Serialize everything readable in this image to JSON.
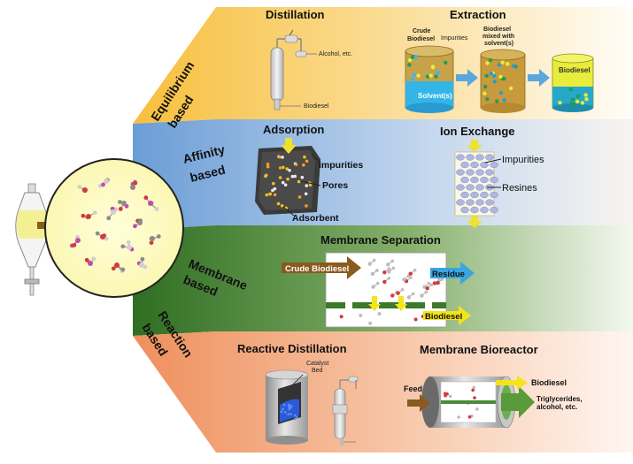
{
  "categories": {
    "equilibrium": "Equilibrium based",
    "affinity": "Affinity based",
    "membrane": "Membrane based",
    "reaction": "Reaction based"
  },
  "methods": {
    "distillation": {
      "title": "Distillation",
      "alcohol_label": "Alcohol, etc.",
      "biodiesel_label": "Biodiesel"
    },
    "extraction": {
      "title": "Extraction",
      "crude_label_1": "Crude",
      "crude_label_2": "Biodiesel",
      "impurities_label": "Impurities",
      "mixed_label_1": "Biodiesel",
      "mixed_label_2": "mixed with",
      "mixed_label_3": "solvent(s)",
      "solvent_label": "Solvent(s)",
      "biodiesel_label": "Biodiesel"
    },
    "adsorption": {
      "title": "Adsorption",
      "impurities_label": "impurities",
      "pores_label": "Pores",
      "adsorbent_label": "Adsorbent"
    },
    "ion_exchange": {
      "title": "Ion Exchange",
      "impurities_label": "Impurities",
      "resines_label": "Resines"
    },
    "membrane_separation": {
      "title": "Membrane Separation",
      "crude_label": "Crude Biodiesel",
      "residue_label": "Residue",
      "biodiesel_label": "Biodiesel"
    },
    "reactive_distillation": {
      "title": "Reactive Distillation",
      "catalyst_label_1": "Catalyst",
      "catalyst_label_2": "Bed"
    },
    "membrane_bioreactor": {
      "title": "Membrane Bioreactor",
      "feed_label": "Feed",
      "biodiesel_label": "Biodiesel",
      "tri_label_1": "Triglycerides,",
      "tri_label_2": "alcohol, etc."
    }
  },
  "colors": {
    "equilibrium": "#f6c24a",
    "affinity": "#7aa6d8",
    "membrane": "#3e7a2e",
    "reaction": "#f09a6a",
    "arrow_brown": "#8a5a1e",
    "arrow_blue": "#4aa0e0",
    "arrow_yellow": "#f4e41a"
  }
}
